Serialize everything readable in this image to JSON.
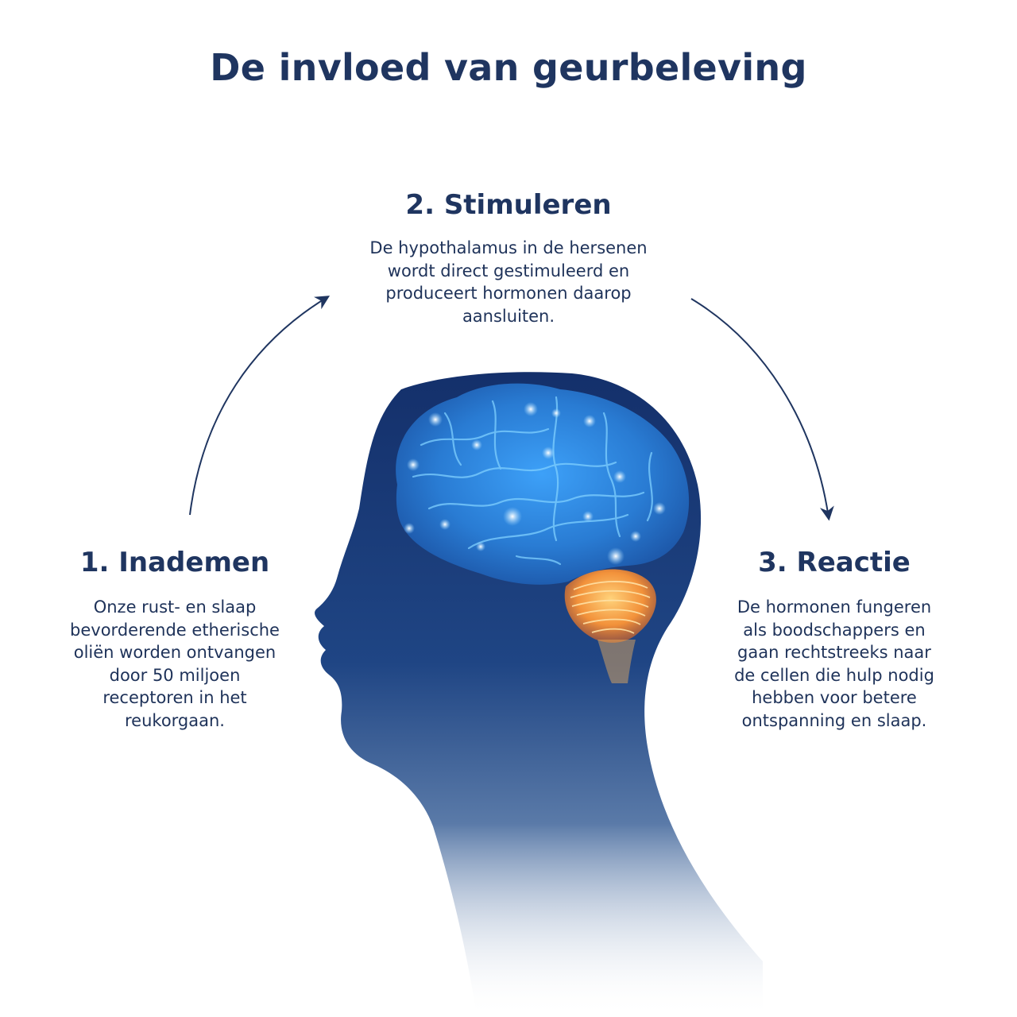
{
  "title": "De invloed van geurbeleving",
  "steps": [
    {
      "title": "1. Inademen",
      "text": "Onze rust- en slaap\nbevorderende etherische\noliën worden ontvangen\ndoor 50 miljoen\nreceptoren in het\nreukorgaan."
    },
    {
      "title": "2. Stimuleren",
      "text": "De hypothalamus in de hersenen\nwordt direct gestimuleerd en\nproduceert hormonen daarop\naansluiten."
    },
    {
      "title": "3. Reactie",
      "text": "De hormonen fungeren\nals boodschappers en\ngaan rechtstreeks naar\nde cellen die hulp nodig\nhebben voor betere\nontspanning en slaap."
    }
  ],
  "colors": {
    "text": "#1f3560",
    "head_top": "#17336e",
    "brain": "#2f8fe6",
    "cerebellum": "#f09a3c"
  }
}
